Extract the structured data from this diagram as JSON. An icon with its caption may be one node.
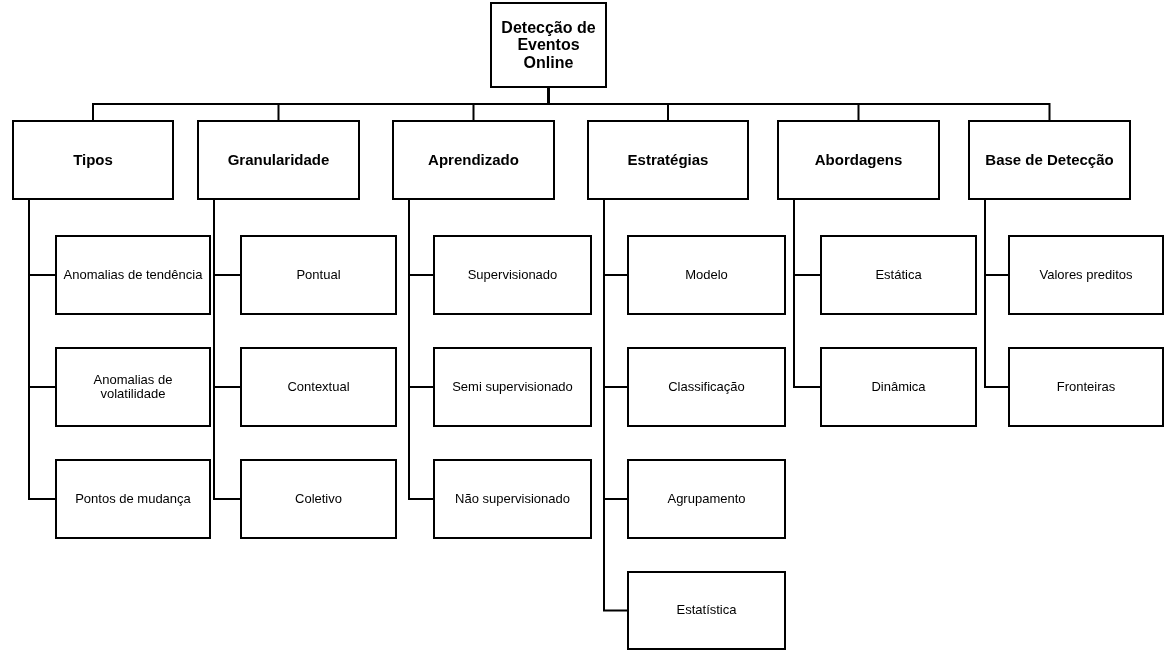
{
  "diagram": {
    "nodes": [
      {
        "text": [
          "Detecção de Eventos Online"
        ]
      },
      {
        "text": [
          "Tipos"
        ]
      },
      {
        "text": [
          "Anomalias de tendência"
        ]
      },
      {
        "text": [
          "Anomalias de volatilidade"
        ]
      },
      {
        "text": [
          "Pontos de mudança"
        ]
      },
      {
        "text": [
          "Granularidade"
        ]
      },
      {
        "text": [
          "Pontual"
        ]
      },
      {
        "text": [
          "Contextual"
        ]
      },
      {
        "text": [
          "Coletivo"
        ]
      },
      {
        "text": [
          "Aprendizado"
        ]
      },
      {
        "text": [
          "Supervisionado"
        ]
      },
      {
        "text": [
          "Semi supervisionado"
        ]
      },
      {
        "text": [
          "Não supervisionado"
        ]
      },
      {
        "text": [
          "Estratégias"
        ]
      },
      {
        "text": [
          "Modelo"
        ]
      },
      {
        "text": [
          "Classificação"
        ]
      },
      {
        "text": [
          "Agrupamento"
        ]
      },
      {
        "text": [
          "Estatística"
        ]
      },
      {
        "text": [
          "Abordagens"
        ]
      },
      {
        "text": [
          "Estática"
        ]
      },
      {
        "text": [
          "Dinâmica"
        ]
      },
      {
        "text": [
          "Base de Detecção"
        ]
      },
      {
        "text": [
          "Valores preditos"
        ]
      },
      {
        "text": [
          "Fronteiras"
        ]
      }
    ],
    "edges": [
      {
        "from": 0,
        "to": 1,
        "arrow": "none"
      },
      {
        "from": 0,
        "to": 5,
        "arrow": "none"
      },
      {
        "from": 0,
        "to": 9,
        "arrow": "none"
      },
      {
        "from": 0,
        "to": 13,
        "arrow": "none"
      },
      {
        "from": 0,
        "to": 18,
        "arrow": "none"
      },
      {
        "from": 0,
        "to": 21,
        "arrow": "none"
      },
      {
        "from": 1,
        "to": 2,
        "arrow": "none"
      },
      {
        "from": 1,
        "to": 3,
        "arrow": "none"
      },
      {
        "from": 1,
        "to": 4,
        "arrow": "none"
      },
      {
        "from": 5,
        "to": 6,
        "arrow": "none"
      },
      {
        "from": 5,
        "to": 7,
        "arrow": "none"
      },
      {
        "from": 5,
        "to": 8,
        "arrow": "none"
      },
      {
        "from": 9,
        "to": 10,
        "arrow": "none"
      },
      {
        "from": 9,
        "to": 11,
        "arrow": "none"
      },
      {
        "from": 9,
        "to": 12,
        "arrow": "none"
      },
      {
        "from": 13,
        "to": 14,
        "arrow": "none"
      },
      {
        "from": 13,
        "to": 15,
        "arrow": "none"
      },
      {
        "from": 13,
        "to": 16,
        "arrow": "none"
      },
      {
        "from": 13,
        "to": 17,
        "arrow": "none"
      },
      {
        "from": 18,
        "to": 19,
        "arrow": "none"
      },
      {
        "from": 18,
        "to": 20,
        "arrow": "none"
      },
      {
        "from": 21,
        "to": 22,
        "arrow": "none"
      },
      {
        "from": 21,
        "to": 23,
        "arrow": "none"
      }
    ]
  }
}
